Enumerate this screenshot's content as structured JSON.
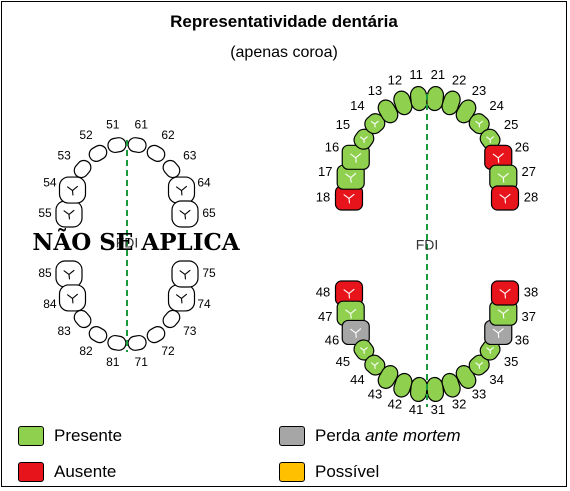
{
  "header": {
    "title": "Representatividade dentária",
    "subtitle": "(apenas coroa)"
  },
  "deciduous": {
    "overlay_text": "NÃO SE APLICA",
    "midline_label": "FDI",
    "upper_numbers": [
      "55",
      "54",
      "53",
      "52",
      "51",
      "61",
      "62",
      "63",
      "64",
      "65"
    ],
    "lower_numbers": [
      "85",
      "84",
      "83",
      "82",
      "81",
      "71",
      "72",
      "73",
      "74",
      "75"
    ]
  },
  "permanent": {
    "midline_label": "FDI",
    "upper_numbers": [
      "18",
      "17",
      "16",
      "15",
      "14",
      "13",
      "12",
      "11",
      "21",
      "22",
      "23",
      "24",
      "25",
      "26",
      "27",
      "28"
    ],
    "upper_status": [
      "ausente",
      "presente",
      "presente",
      "presente",
      "presente",
      "presente",
      "presente",
      "presente",
      "presente",
      "presente",
      "presente",
      "presente",
      "presente",
      "ausente",
      "presente",
      "ausente"
    ],
    "lower_numbers": [
      "48",
      "47",
      "46",
      "45",
      "44",
      "43",
      "42",
      "41",
      "31",
      "32",
      "33",
      "34",
      "35",
      "36",
      "37",
      "38"
    ],
    "lower_status": [
      "ausente",
      "presente",
      "perda",
      "presente",
      "presente",
      "presente",
      "presente",
      "presente",
      "presente",
      "presente",
      "presente",
      "presente",
      "presente",
      "perda",
      "presente",
      "ausente"
    ]
  },
  "status_colors": {
    "presente": "#8fd14f",
    "ausente": "#e8141b",
    "perda": "#a6a6a6",
    "possivel": "#ffc000"
  },
  "legend": {
    "presente": "Presente",
    "ausente": "Ausente",
    "perda_prefix": "Perda ",
    "perda_italic": "ante mortem",
    "possivel": "Possível"
  }
}
